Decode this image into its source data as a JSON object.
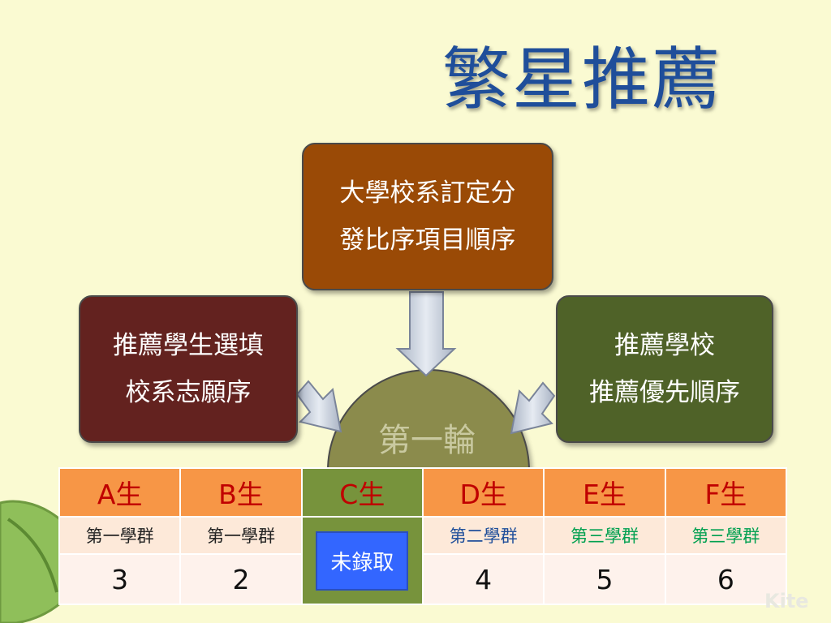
{
  "title": "繁星推薦",
  "boxes": {
    "top": {
      "line1": "大學校系訂定分",
      "line2": "發比序項目順序"
    },
    "left": {
      "line1": "推薦學生選填",
      "line2": "校系志願序"
    },
    "right": {
      "line1": "推薦學校",
      "line2": "推薦優先順序"
    }
  },
  "center": {
    "label": "第一輪"
  },
  "table": {
    "headers": [
      "A生",
      "B生",
      "C生",
      "D生",
      "E生",
      "F生"
    ],
    "groups": [
      "第一學群",
      "第一學群",
      "",
      "第二學群",
      "第三學群",
      "第三學群"
    ],
    "ranks": [
      "3",
      "2",
      "",
      "4",
      "5",
      "6"
    ],
    "c_status": "未錄取"
  },
  "watermark": "Kite",
  "colors": {
    "title": "#1f4e9a",
    "box_top": "#9a4a06",
    "box_left": "#63221f",
    "box_right": "#4f6228",
    "circle": "#8b8b4c",
    "header_bg": "#f79646",
    "header_text": "#c00000",
    "c_column": "#77933c",
    "badge": "#3366ff",
    "group_blue": "#1f4e9a",
    "group_green": "#00a050"
  }
}
